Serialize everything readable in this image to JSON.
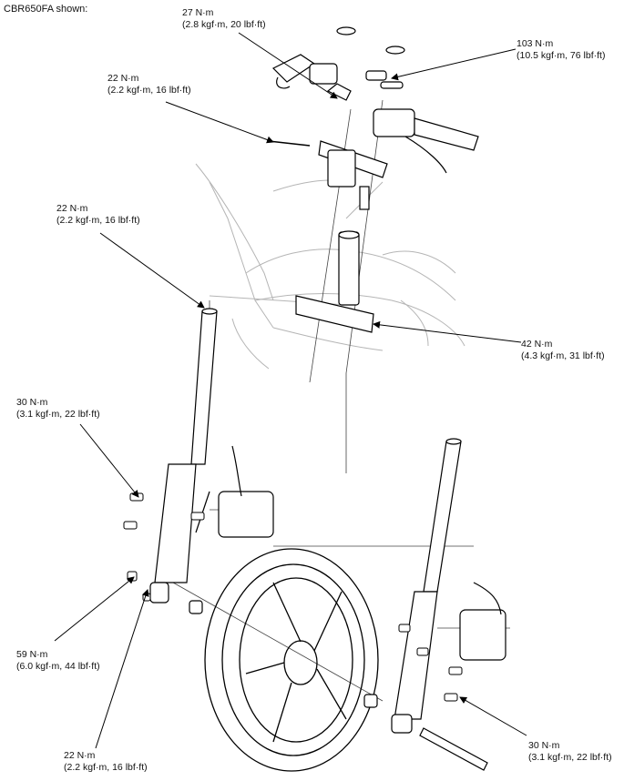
{
  "caption": "CBR650FA shown:",
  "callouts": [
    {
      "torque": "27 N·m",
      "detail": "(2.8 kgf·m, 20 lbf·ft)"
    },
    {
      "torque": "103 N·m",
      "detail": "(10.5 kgf·m, 76 lbf·ft)"
    },
    {
      "torque": "22 N·m",
      "detail": "(2.2 kgf·m, 16 lbf·ft)"
    },
    {
      "torque": "22 N·m",
      "detail": "(2.2 kgf·m, 16 lbf·ft)"
    },
    {
      "torque": "42 N·m",
      "detail": "(4.3 kgf·m, 31 lbf·ft)"
    },
    {
      "torque": "30 N·m",
      "detail": "(3.1 kgf·m, 22 lbf·ft)"
    },
    {
      "torque": "59 N·m",
      "detail": "(6.0 kgf·m, 44 lbf·ft)"
    },
    {
      "torque": "22 N·m",
      "detail": "(2.2 kgf·m, 16 lbf·ft)"
    },
    {
      "torque": "30 N·m",
      "detail": "(3.1 kgf·m, 22 lbf·ft)"
    }
  ]
}
